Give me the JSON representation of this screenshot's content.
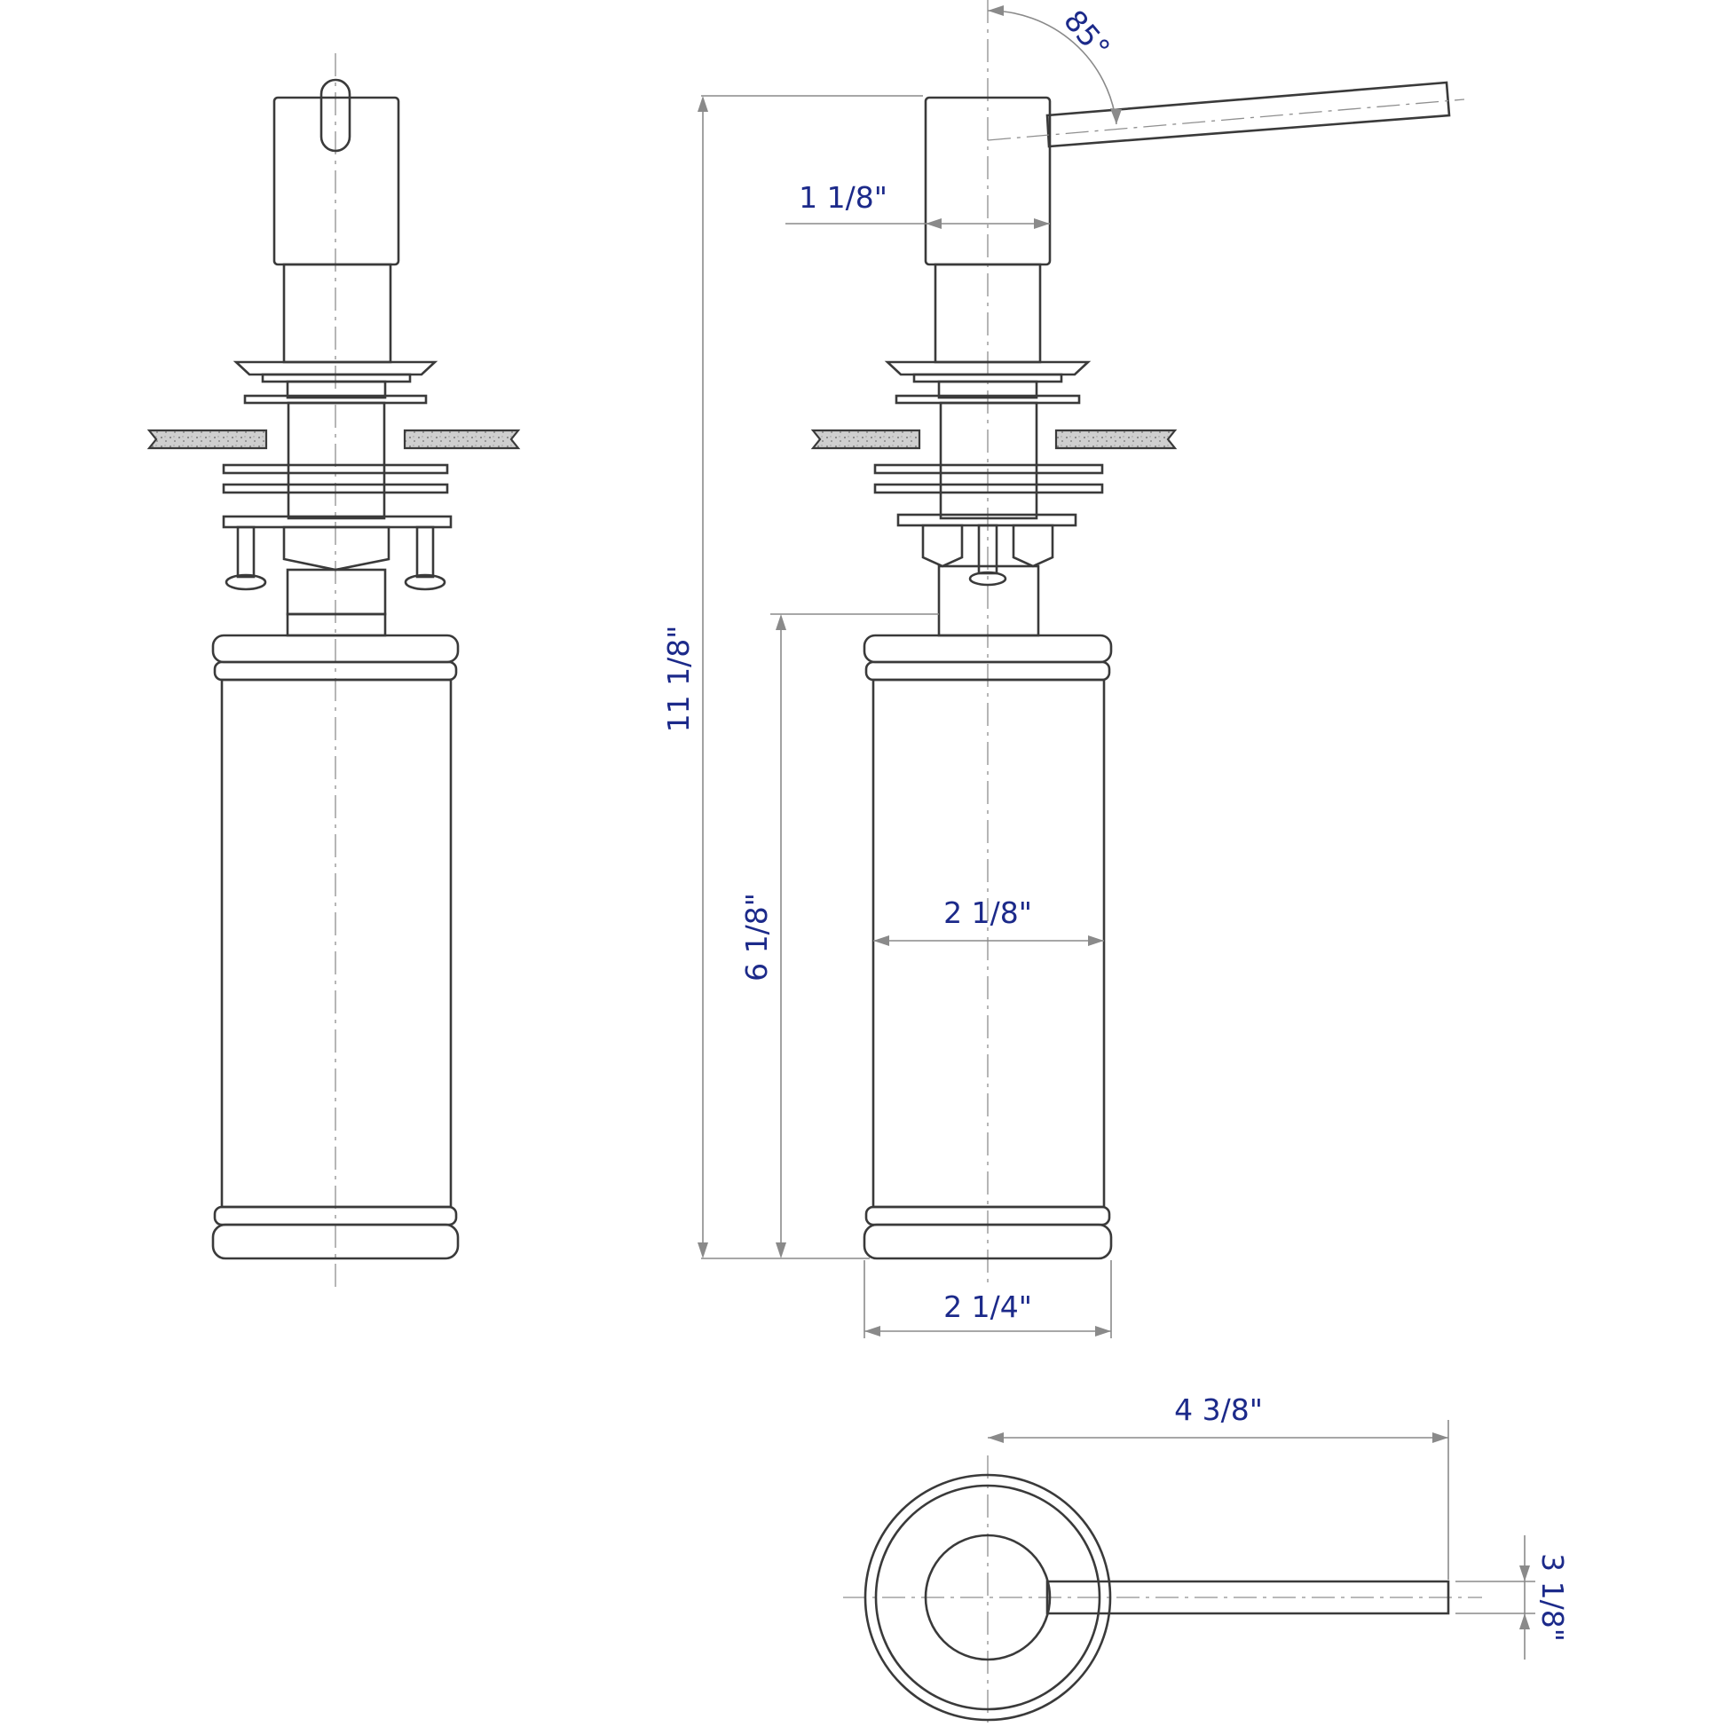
{
  "colors": {
    "dimension_text": "#1c2a8a",
    "outline": "#3a3a3a",
    "dimension_line": "#8a8a8a",
    "countertop": "#d8d8d8"
  },
  "dimensions": {
    "overall_height": "11 1/8\"",
    "bottle_height": "6 1/8\"",
    "head_diameter": "1 1/8\"",
    "bottle_diameter": "2 1/8\"",
    "base_width": "2 1/4\"",
    "spout_length": "4 3/8\"",
    "spout_diameter": "3 1/8\"",
    "spout_angle": "85°"
  }
}
